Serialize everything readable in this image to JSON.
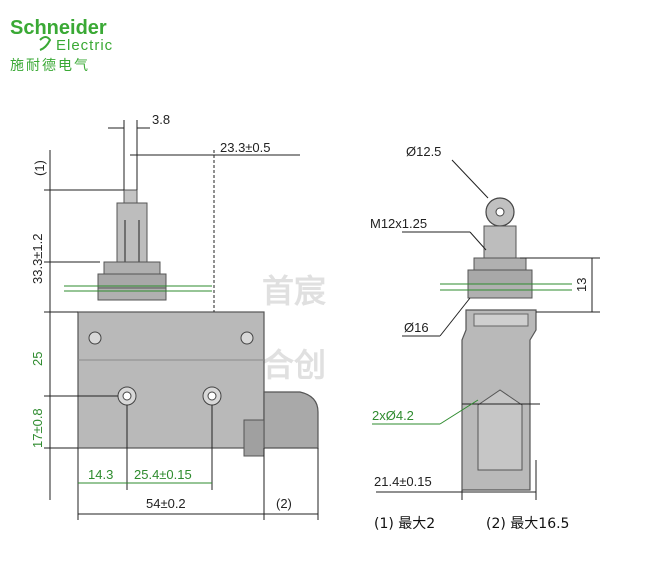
{
  "brand": {
    "name": "Schneider",
    "sub": "Electric",
    "cn": "施耐德电气"
  },
  "watermark": {
    "line1": "首宸",
    "line2": "合创"
  },
  "left_view": {
    "dim_top_width": "3.8",
    "dim_top_right": "23.3±0.5",
    "dim_note1": "(1)",
    "dim_height": "33.3±1.2",
    "dim_body_upper": "25",
    "dim_body_lower": "17±0.8",
    "dim_hole_left": "14.3",
    "dim_hole_spacing": "25.4±0.15",
    "dim_total_width": "54±0.2",
    "dim_note2": "(2)"
  },
  "right_view": {
    "dim_roller": "Ø12.5",
    "dim_thread": "M12x1.25",
    "dim_nut": "Ø16",
    "dim_holes": "2xØ4.2",
    "dim_thread_len": "13",
    "dim_width": "21.4±0.15"
  },
  "notes": {
    "note1": "(1) 最大2",
    "note2": "(2) 最大16.5"
  }
}
